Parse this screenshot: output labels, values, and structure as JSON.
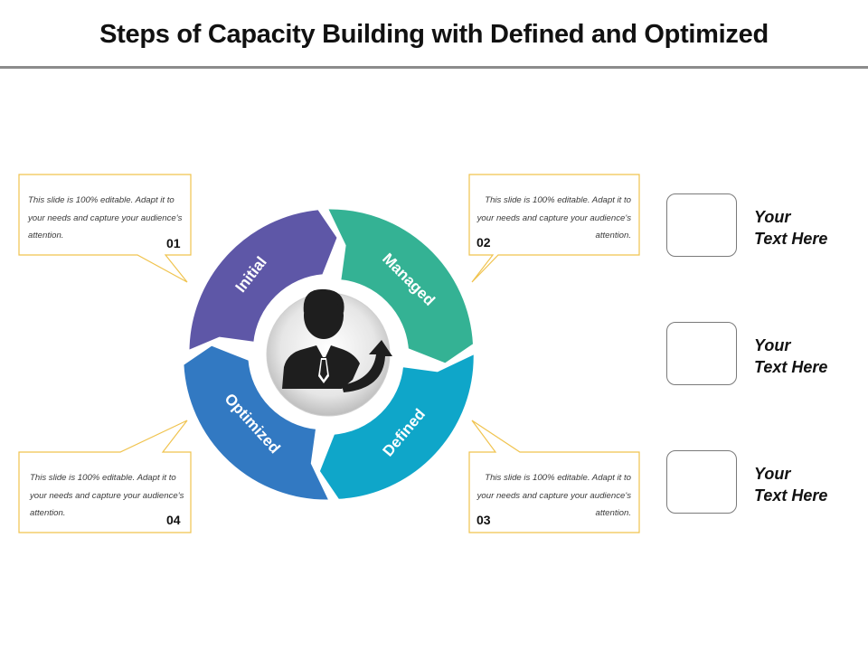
{
  "title": "Steps of Capacity Building with Defined and Optimized",
  "steps": [
    {
      "label": "Initial",
      "number": "01",
      "color": "#5e57a7",
      "description": "This slide is 100% editable. Adapt it to your needs and capture your audience's attention."
    },
    {
      "label": "Managed",
      "number": "02",
      "color": "#34b294",
      "description": "This slide is 100% editable. Adapt it to your needs and capture your audience's attention."
    },
    {
      "label": "Defined",
      "number": "03",
      "color": "#0fa6c9",
      "description": "This slide is 100% editable. Adapt it to your needs and capture your audience's attention."
    },
    {
      "label": "Optimized",
      "number": "04",
      "color": "#3279c2",
      "description": "This slide is 100% editable. Adapt it to your needs and capture your audience's attention."
    }
  ],
  "center_icon": "businessman-growth-arrow-icon",
  "side_items": [
    {
      "line1": "Your",
      "line2": "Text Here",
      "icon": "hand-growth-chart-icon"
    },
    {
      "line1": "Your",
      "line2": "Text Here",
      "icon": "hexagon-chart-icon"
    },
    {
      "line1": "Your",
      "line2": "Text Here",
      "icon": "building-growth-icon"
    }
  ],
  "colors": {
    "callout_border": "#f0c34e",
    "icon_gray": "#555555"
  }
}
